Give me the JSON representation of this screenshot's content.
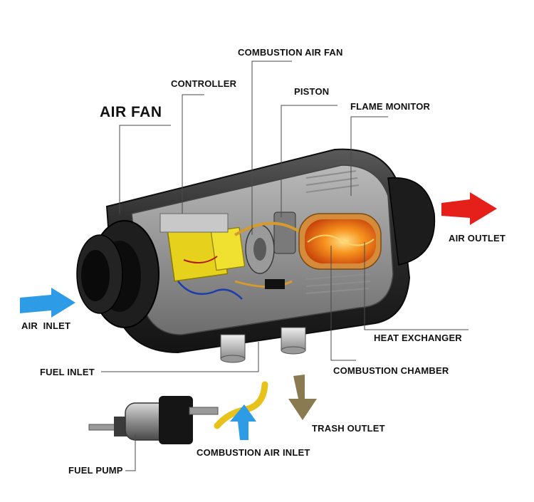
{
  "labels": {
    "air_fan": "AIR FAN",
    "controller": "CONTROLLER",
    "combustion_air_fan": "COMBUSTION AIR FAN",
    "piston": "PISTON",
    "flame_monitor": "FLAME MONITOR",
    "air_outlet": "AIR OUTLET",
    "air_inlet": "AIR  INLET",
    "heat_exchanger": "HEAT EXCHANGER",
    "fuel_inlet": "FUEL INLET",
    "combustion_chamber": "COMBUSTION CHAMBER",
    "trash_outlet": "TRASH OUTLET",
    "combustion_air_inlet": "COMBUSTION AIR INLET",
    "fuel_pump": "FUEL PUMP"
  },
  "colors": {
    "inlet_arrow": "#2d9be6",
    "outlet_arrow": "#e5201b",
    "trash_arrow": "#8a7a52",
    "combustion_air_tube": "#e8c21a",
    "housing": "#2a2a2a",
    "flame": "#f26a12"
  }
}
